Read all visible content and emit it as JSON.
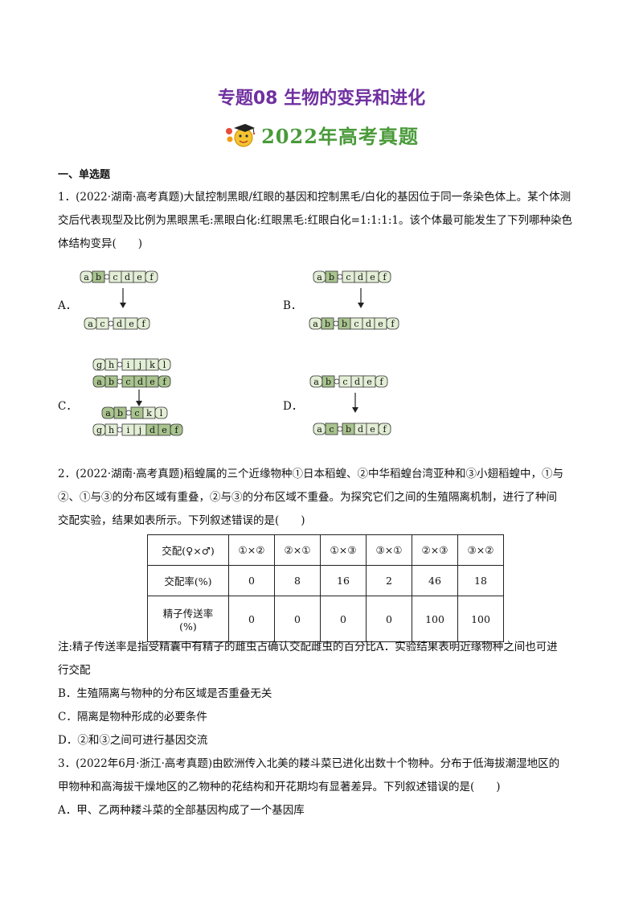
{
  "header": {
    "title": "专题08 生物的变异和进化",
    "banner": "2022年高考真题"
  },
  "section_heading": "一、单选题",
  "q1": {
    "line1": "1．(2022·湖南·高考真题)大鼠控制黑眼/红眼的基因和控制黑毛/白化的基因位于同一条染色体上。某个体测",
    "line2": "交后代表现型及比例为黑眼黑毛:黑眼白化:红眼黑毛:红眼白化=1:1:1:1。该个体最可能发生了下列哪种染色",
    "line3": "体结构变异(　　)",
    "options": {
      "A": "A．",
      "B": "B．",
      "C": "C．",
      "D": "D．"
    },
    "chromosomes": {
      "A_top": [
        "a",
        "b",
        "c",
        "d",
        "e",
        "f"
      ],
      "A_bottom": [
        "a",
        "c",
        "d",
        "e",
        "f"
      ],
      "B_top": [
        "a",
        "b",
        "c",
        "d",
        "e",
        "f"
      ],
      "B_bottom": [
        "a",
        "b",
        "b",
        "c",
        "d",
        "e",
        "f"
      ],
      "C_top1": [
        "g",
        "h",
        "i",
        "j",
        "k",
        "l"
      ],
      "C_top2": [
        "a",
        "b",
        "c",
        "d",
        "e",
        "f"
      ],
      "C_bottom1": [
        "a",
        "b",
        "c",
        "k",
        "l"
      ],
      "C_bottom2": [
        "g",
        "h",
        "i",
        "j",
        "d",
        "e",
        "f"
      ],
      "D_top": [
        "a",
        "b",
        "c",
        "d",
        "e",
        "f"
      ],
      "D_bottom": [
        "a",
        "c",
        "b",
        "d",
        "e",
        "f"
      ]
    }
  },
  "q2": {
    "line1": "2．(2022·湖南·高考真题)稻蝗属的三个近缘物种①日本稻蝗、②中华稻蝗台湾亚种和③小翅稻蝗中，①与",
    "line2": "②、①与③的分布区域有重叠，②与③的分布区域不重叠。为探究它们之间的生殖隔离机制，进行了种间",
    "line3": "交配实验，结果如表所示。下列叙述错误的是(　　)",
    "table": {
      "headers": [
        "交配(♀×♂)",
        "①×②",
        "②×①",
        "①×③",
        "③×①",
        "②×③",
        "③×②"
      ],
      "row1_label": "交配率(%)",
      "row1": [
        "0",
        "8",
        "16",
        "2",
        "46",
        "18"
      ],
      "row2_label_a": "精子传送率",
      "row2_label_b": "(%)",
      "row2": [
        "0",
        "0",
        "0",
        "0",
        "100",
        "100"
      ]
    },
    "note_line1": "注:精子传送率是指受精囊中有精子的雌虫占确认交配雌虫的百分比A．实验结果表明近缘物种之间也可进",
    "note_line2": "行交配",
    "optB": "B．生殖隔离与物种的分布区域是否重叠无关",
    "optC": "C．隔离是物种形成的必要条件",
    "optD": "D．②和③之间可进行基因交流"
  },
  "q3": {
    "line1": "3．(2022年6月·浙江·高考真题)由欧洲传入北美的耧斗菜已进化出数十个物种。分布于低海拔潮湿地区的",
    "line2": "甲物种和高海拔干燥地区的乙物种的花结构和开花期均有显著差异。下列叙述错误的是(　　)",
    "optA": "A．甲、乙两种耧斗菜的全部基因构成了一个基因库"
  },
  "colors": {
    "title": "#7030a0",
    "banner": "#4a9a3a",
    "shaded": "#a9c48f",
    "light": "#e3eed6"
  }
}
